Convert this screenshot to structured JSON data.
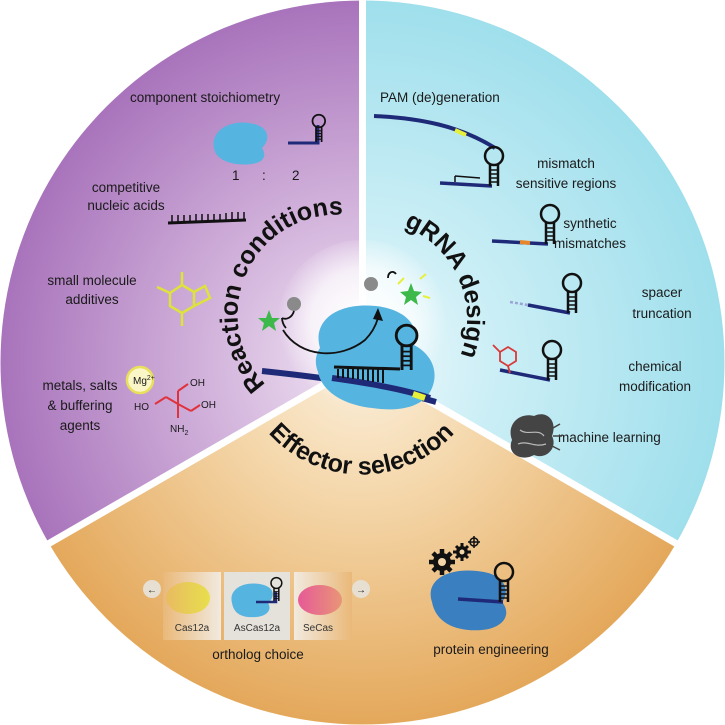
{
  "colors": {
    "purple_sector": "#b585c4",
    "blue_sector": "#a9e2ee",
    "orange_sector": "#e9b067",
    "cas_blue": "#56b4e0",
    "navy_strand": "#1e2a78",
    "pam_yellow": "#e6ef3a",
    "mismatch_orange": "#e8862d",
    "modification_red": "#d83a3a",
    "fluor_green": "#3db84a"
  },
  "sections": {
    "reaction_conditions": {
      "title": "Reaction conditions",
      "items": {
        "stoichiometry": "component stoichiometry",
        "ratio_left": "1",
        "ratio_colon": ":",
        "ratio_right": "2",
        "competitive_line1": "competitive",
        "competitive_line2": "nucleic acids",
        "small_molecule_line1": "small molecule",
        "small_molecule_line2": "additives",
        "metals_line1": "metals, salts",
        "metals_line2": "& buffering",
        "metals_line3": "agents"
      },
      "chem": {
        "mg": "Mg",
        "mg_charge": "2+",
        "oh_top": "OH",
        "oh_left": "HO",
        "oh_right": "OH",
        "nh": "NH",
        "nh_sub": "2"
      }
    },
    "grna_design": {
      "title": "gRNA design",
      "items": {
        "pam": "PAM (de)generation",
        "mismatch_line1": "mismatch",
        "mismatch_line2": "sensitive regions",
        "synthetic_line1": "synthetic",
        "synthetic_line2": "mismatches",
        "spacer_line1": "spacer",
        "spacer_line2": "truncation",
        "chemical_line1": "chemical",
        "chemical_line2": "modification",
        "ml": "machine learning"
      }
    },
    "effector_selection": {
      "title": "Effector selection",
      "items": {
        "ortholog": "ortholog choice",
        "protein_engineering": "protein engineering",
        "card_left": "Cas12a",
        "card_center": "AsCas12a",
        "card_right": "SeCas"
      },
      "arrows": {
        "left": "←",
        "right": "→"
      }
    }
  }
}
